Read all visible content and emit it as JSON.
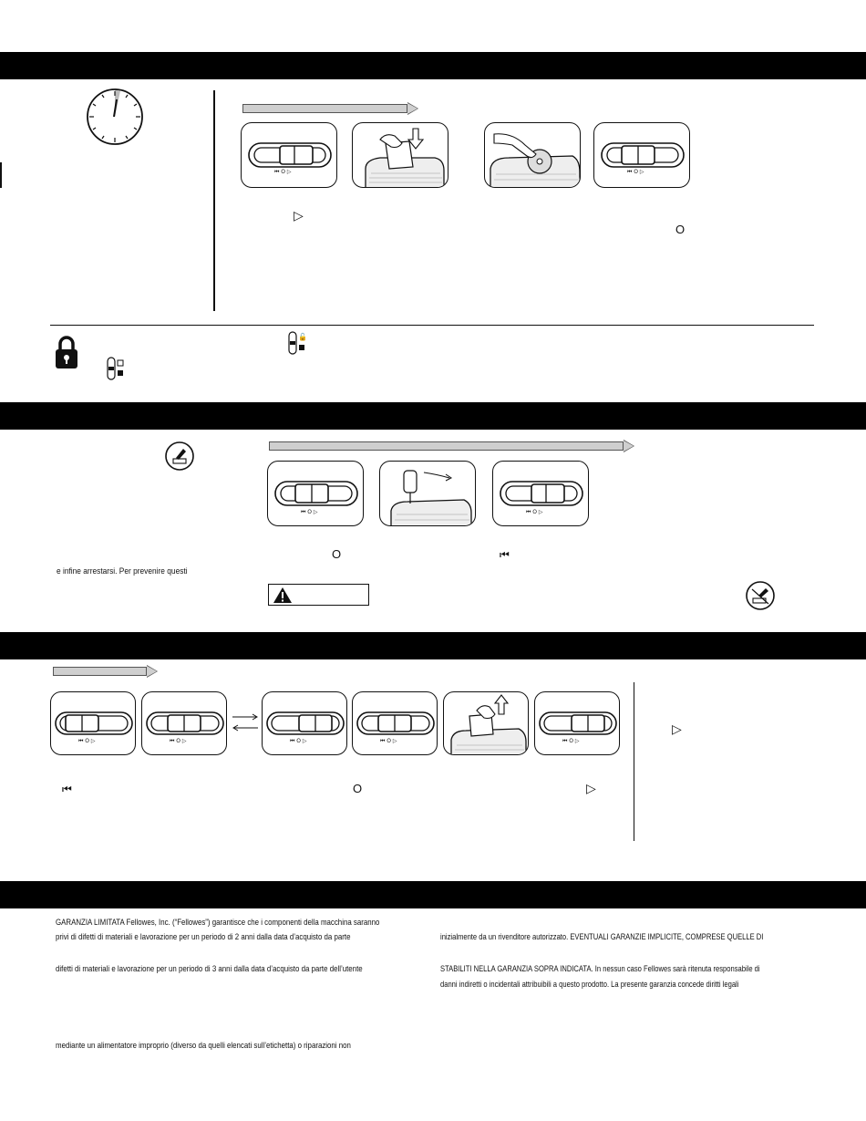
{
  "symbols": {
    "forward": "▷",
    "off": "O",
    "reverse": "⏮"
  },
  "switch_labels": {
    "reverse": "⏮",
    "off": "O",
    "forward": "▷"
  },
  "shred_section": {
    "forward_symbol": "▷",
    "off_symbol": "O"
  },
  "oil_section": {
    "fragment": "e infine arrestarsi. Per prevenire questi",
    "off_symbol": "O",
    "reverse_symbol": "⏮"
  },
  "jam_section": {
    "reverse_symbol": "⏮",
    "off_symbol": "O",
    "forward_symbol": "▷",
    "side_forward_symbol": "▷"
  },
  "warranty": {
    "left_lines": [
      "GARANZIA LIMITATA Fellowes, Inc. (“Fellowes”) garantisce che i componenti della macchina saranno",
      "privi di difetti di materiali e lavorazione per un periodo di 2 anni dalla data d’acquisto da parte",
      "difetti di materiali e lavorazione per un periodo di 3 anni dalla data d’acquisto da parte dell’utente",
      "mediante un alimentatore improprio (diverso da quelli elencati sull’etichetta) o riparazioni non"
    ],
    "right_lines": [
      "inizialmente da un rivenditore autorizzato. EVENTUALI GARANZIE IMPLICITE, COMPRESE QUELLE DI",
      "STABILITI NELLA GARANZIA SOPRA INDICATA. In nessun caso Fellowes sarà ritenuta responsabile di",
      "danni indiretti o incidentali attribuibili a questo prodotto. La presente garanzia concede diritti legali"
    ]
  },
  "colors": {
    "section_bar": "#000000",
    "arrow_fill": "#cfcfcf",
    "ink": "#111111"
  },
  "icons": [
    "clock-icon",
    "padlock-icon",
    "lock-switch-icon",
    "oil-cartridge-icon",
    "warning-icon",
    "no-oil-icon",
    "hand-paper-icon",
    "cd-insert-icon"
  ]
}
